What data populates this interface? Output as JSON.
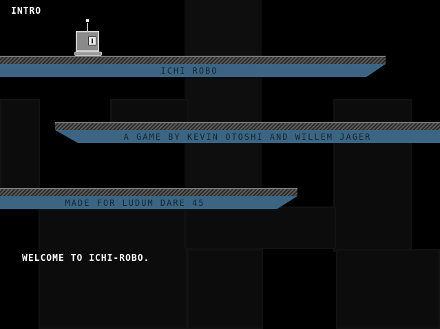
{
  "hud": {
    "level_label": "INTRO"
  },
  "platforms": [
    {
      "text": "ICHI ROBO"
    },
    {
      "text": "A GAME BY KEVIN OTOSHI AND WILLEM JAGER"
    },
    {
      "text": "MADE FOR LUDUM DARE 45"
    }
  ],
  "dialog": {
    "text": "WELCOME TO ICHI-ROBO."
  },
  "colors": {
    "background": "#000000",
    "platform_band": "#3b6583",
    "platform_hatch": "#5a5a5a",
    "text": "#ffffff"
  },
  "icons": {
    "player": "robot-icon"
  }
}
